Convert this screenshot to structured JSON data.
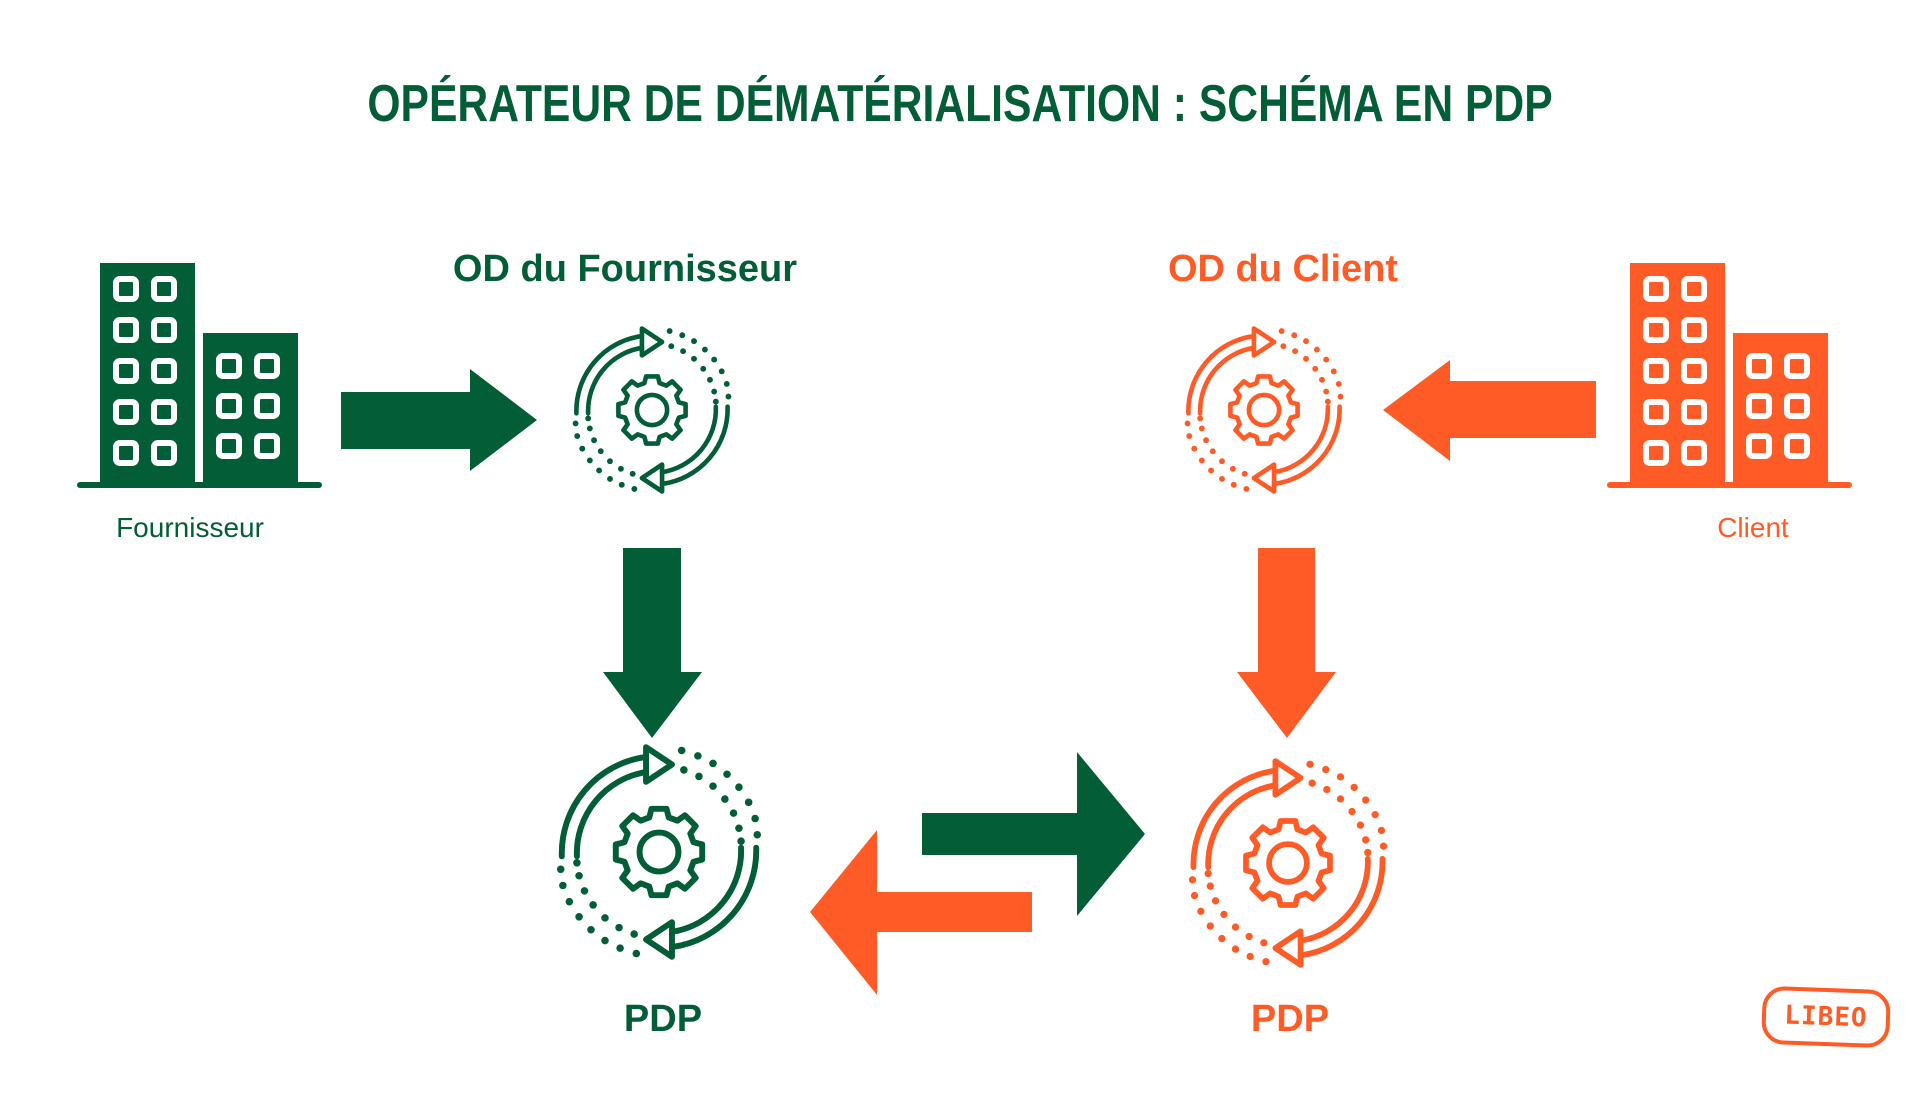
{
  "colors": {
    "green": "#035E37",
    "orange": "#FF5B27",
    "background": "#FFFFFF"
  },
  "title": "OPÉRATEUR DE DÉMATÉRIALISATION : SCHÉMA EN PDP",
  "supplier_side": {
    "building_label": "Fournisseur",
    "od_heading": "OD du Fournisseur",
    "pdp_label": "PDP",
    "color": "#035E37"
  },
  "client_side": {
    "building_label": "Client",
    "od_heading": "OD du Client",
    "pdp_label": "PDP",
    "color": "#FF5B27"
  },
  "icons": {
    "building": "building-icon",
    "process": "gear-cycle-icon",
    "arrow": "block-arrow-icon"
  },
  "flows": [
    {
      "from": "Fournisseur",
      "to": "OD du Fournisseur",
      "direction": "right",
      "color": "#035E37"
    },
    {
      "from": "OD du Fournisseur",
      "to": "PDP (Fournisseur)",
      "direction": "down",
      "color": "#035E37"
    },
    {
      "from": "Client",
      "to": "OD du Client",
      "direction": "left",
      "color": "#FF5B27"
    },
    {
      "from": "OD du Client",
      "to": "PDP (Client)",
      "direction": "down",
      "color": "#FF5B27"
    },
    {
      "from": "PDP (Fournisseur)",
      "to": "PDP (Client)",
      "direction": "right",
      "color": "#035E37"
    },
    {
      "from": "PDP (Client)",
      "to": "PDP (Fournisseur)",
      "direction": "left",
      "color": "#FF5B27"
    }
  ],
  "logo": {
    "text": "LIBEO",
    "color": "#FF5B27"
  }
}
